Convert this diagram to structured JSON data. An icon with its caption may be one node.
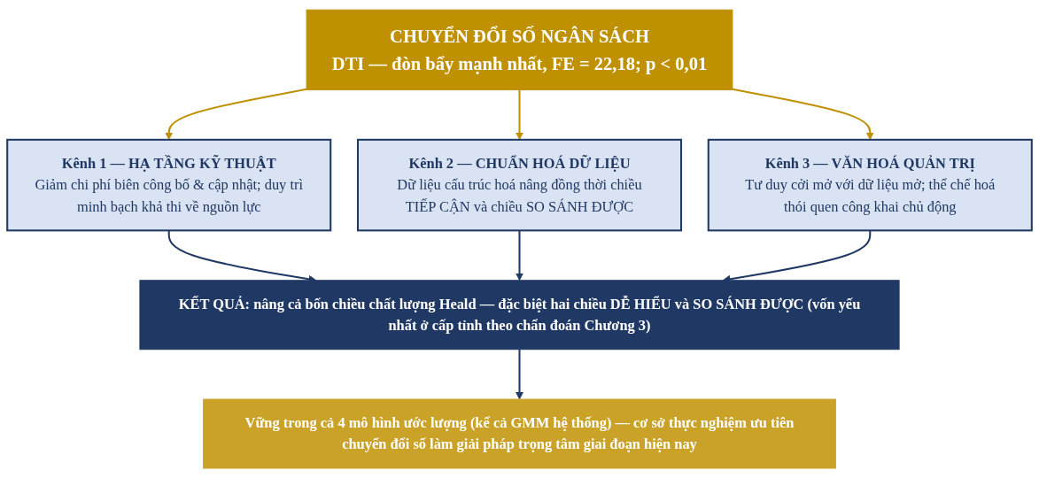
{
  "diagram": {
    "nodes": [
      {
        "text": [
          "CHUYỂN ĐỔI SỐ NGÂN SÁCH",
          "DTI — đòn bẩy mạnh nhất, FE = 22,18; p < 0,01"
        ]
      },
      {
        "text": [
          "Kênh 1 — HẠ TẦNG KỸ THUẬT",
          "Giảm chi phí biên công bố & cập nhật; duy trì minh bạch khả thi về nguồn lực"
        ]
      },
      {
        "text": [
          "Kênh 2 — CHUẨN HOÁ DỮ LIỆU",
          "Dữ liệu cấu trúc hoá nâng đồng thời chiều TIẾP CẬN và chiều SO SÁNH ĐƯỢC"
        ]
      },
      {
        "text": [
          "Kênh 3 — VĂN HOÁ QUẢN TRỊ",
          "Tư duy cởi mở với dữ liệu mở; thể chế hoá thói quen công khai chủ động"
        ]
      },
      {
        "text": [
          "KẾT QUẢ: nâng cả bốn chiều chất lượng Heald — đặc biệt hai chiều DỄ HIỂU và SO SÁNH ĐƯỢC (vốn yếu nhất ở cấp tỉnh theo chẩn đoán Chương 3)"
        ]
      },
      {
        "text": [
          "Vững trong cả 4 mô hình ước lượng (kể cả GMM hệ thống) — cơ sở thực nghiệm ưu tiên chuyển đổi số làm giải pháp trọng tâm giai đoạn hiện nay"
        ]
      }
    ],
    "edges": [
      {
        "from": 0,
        "to": 1,
        "arrow": "to",
        "color": "#bf9000"
      },
      {
        "from": 0,
        "to": 2,
        "arrow": "to",
        "color": "#bf9000"
      },
      {
        "from": 0,
        "to": 3,
        "arrow": "to",
        "color": "#bf9000"
      },
      {
        "from": 1,
        "to": 4,
        "arrow": "to"
      },
      {
        "from": 2,
        "to": 4,
        "arrow": "to"
      },
      {
        "from": 3,
        "to": 4,
        "arrow": "to"
      },
      {
        "from": 4,
        "to": 5,
        "arrow": "to"
      }
    ]
  }
}
